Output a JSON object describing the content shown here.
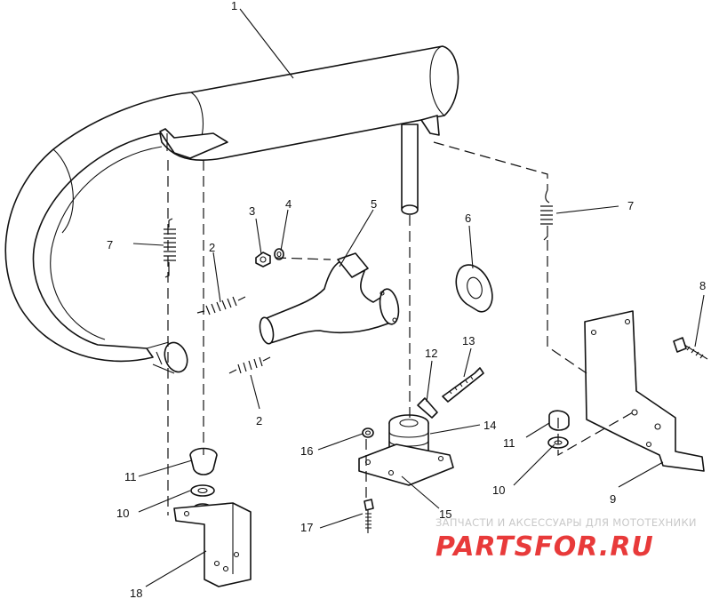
{
  "diagram": {
    "callouts": [
      {
        "id": "c1",
        "label": "1"
      },
      {
        "id": "c2a",
        "label": "2"
      },
      {
        "id": "c2b",
        "label": "2"
      },
      {
        "id": "c3",
        "label": "3"
      },
      {
        "id": "c4",
        "label": "4"
      },
      {
        "id": "c5",
        "label": "5"
      },
      {
        "id": "c6",
        "label": "6"
      },
      {
        "id": "c7a",
        "label": "7"
      },
      {
        "id": "c7b",
        "label": "7"
      },
      {
        "id": "c8",
        "label": "8"
      },
      {
        "id": "c9",
        "label": "9"
      },
      {
        "id": "c10a",
        "label": "10"
      },
      {
        "id": "c10b",
        "label": "10"
      },
      {
        "id": "c11a",
        "label": "11"
      },
      {
        "id": "c11b",
        "label": "11"
      },
      {
        "id": "c12",
        "label": "12"
      },
      {
        "id": "c13",
        "label": "13"
      },
      {
        "id": "c14",
        "label": "14"
      },
      {
        "id": "c15",
        "label": "15"
      },
      {
        "id": "c16",
        "label": "16"
      },
      {
        "id": "c17",
        "label": "17"
      },
      {
        "id": "c18",
        "label": "18"
      }
    ]
  },
  "watermark": {
    "tagline": "ЗАПЧАСТИ И АКСЕССУАРЫ ДЛЯ МОТОТЕХНИКИ",
    "logo_text": "PARTSFOR.RU",
    "color": "#e83a3a"
  }
}
